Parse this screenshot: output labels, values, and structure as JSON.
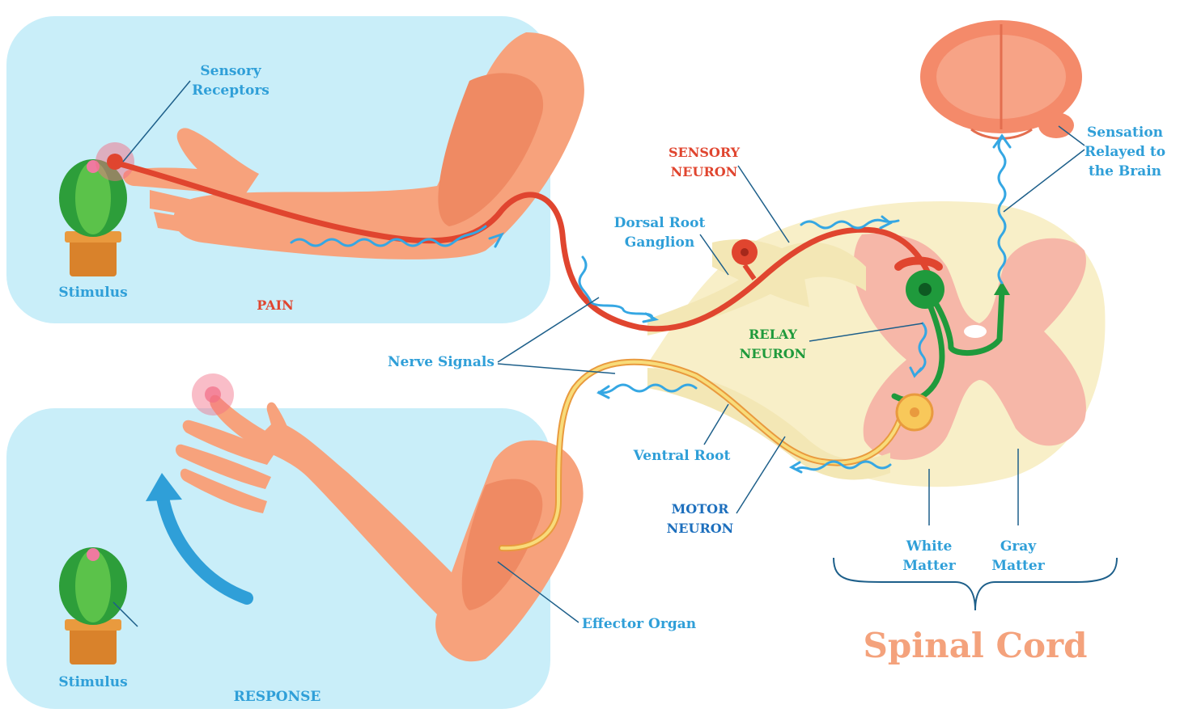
{
  "labels": {
    "sensory_receptors": [
      "Sensory",
      "Receptors"
    ],
    "stimulus_top": "Stimulus",
    "pain": "PAIN",
    "sensory_neuron": [
      "SENSORY",
      "NEURON"
    ],
    "dorsal_root_ganglion": [
      "Dorsal Root",
      "Ganglion"
    ],
    "nerve_signals": "Nerve Signals",
    "relay_neuron": [
      "RELAY",
      "NEURON"
    ],
    "sensation_relayed": [
      "Sensation",
      "Relayed to",
      "the Brain"
    ],
    "ventral_root": "Ventral Root",
    "motor_neuron": [
      "MOTOR",
      "NEURON"
    ],
    "white_matter": [
      "White",
      "Matter"
    ],
    "gray_matter": [
      "Gray",
      "Matter"
    ],
    "spinal_cord": "Spinal Cord",
    "effector_organ": "Effector Organ",
    "stimulus_bottom": "Stimulus",
    "response": "RESPONSE"
  },
  "colors": {
    "panel": "#c9eef9",
    "skin": "#f7a27c",
    "skin_dark": "#ef8a63",
    "sensory": "#e0452f",
    "motor": "#f8c85a",
    "relay": "#1f9a3c",
    "cord_outer": "#f8efc8",
    "cord_gray": "#f6b7a8",
    "signal": "#35a7e3",
    "brain": "#f48a6a"
  }
}
